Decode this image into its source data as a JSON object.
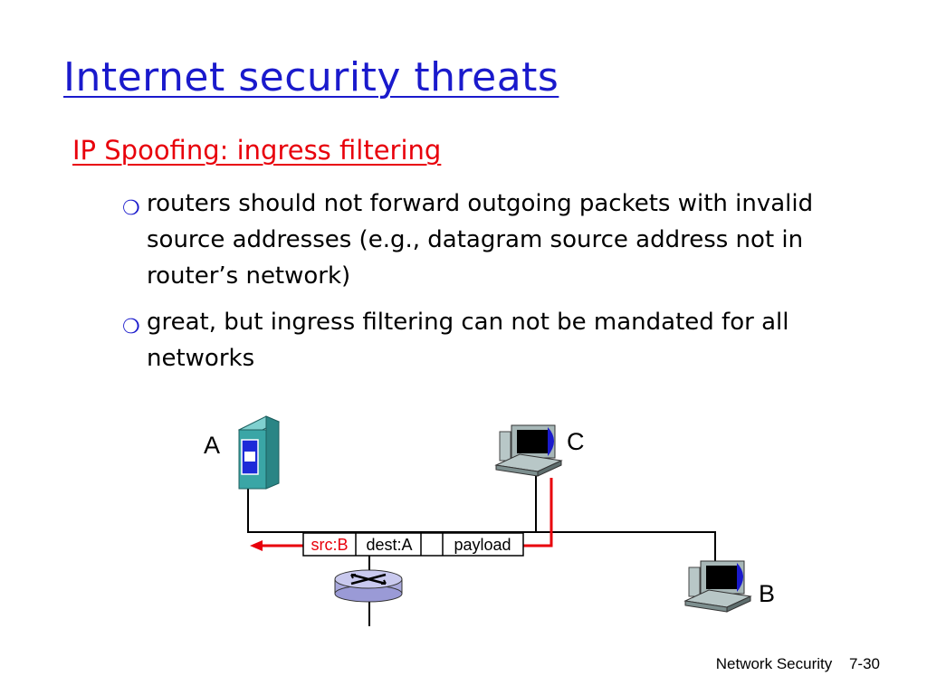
{
  "slide": {
    "title": "Internet security threats",
    "subtitle": "IP Spoofing: ingress filtering",
    "bullets": [
      "routers should not forward outgoing packets with invalid source addresses (e.g., datagram source address not in router’s network)",
      "great, but ingress filtering can not be mandated for all networks"
    ]
  },
  "diagram": {
    "node_a": "A",
    "node_b": "B",
    "node_c": "C",
    "packet": {
      "src": "src:B",
      "dest": "dest:A",
      "payload": "payload"
    }
  },
  "footer": {
    "course": "Network Security",
    "page": "7-30"
  },
  "colors": {
    "title": "#1a1acc",
    "subtitle": "#e8000b",
    "spoofed_path": "#e8000b",
    "server": "#3aa6a6",
    "router": "#c9c9ee"
  }
}
